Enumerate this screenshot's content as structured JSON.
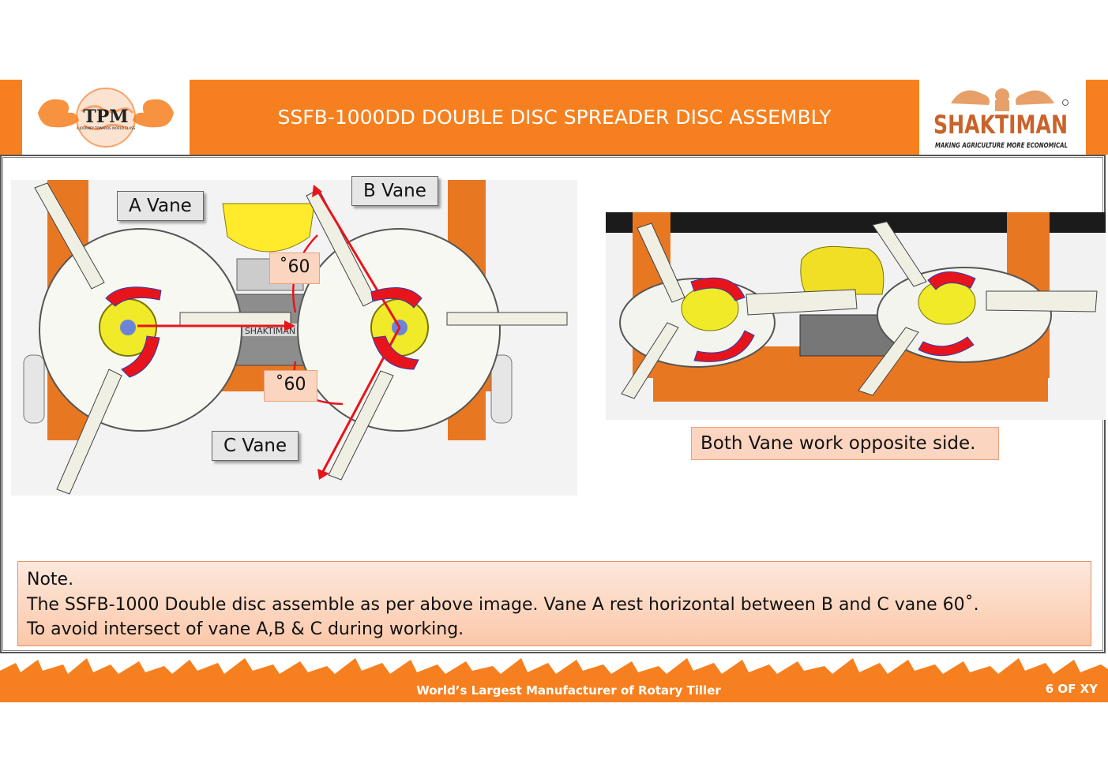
{
  "header": {
    "title": "SSFB-1000DD DOUBLE DISC SPREADER DISC ASSEMBLY",
    "left_logo_text": "TPM",
    "left_logo_tagline": "A JOURNEY TOWARDS WORLD CLASS",
    "right_logo_text": "SHAKTIMAN",
    "right_logo_tagline": "MAKING AGRICULTURE MORE ECONOMICAL",
    "brand_color": "#f6801f"
  },
  "left_figure": {
    "callouts": {
      "a_vane": "A Vane",
      "b_vane": "B Vane",
      "c_vane": "C Vane"
    },
    "angles": {
      "upper": "˚60",
      "lower": "˚60"
    },
    "plate_text": "SHAKTIMAN"
  },
  "right_figure": {
    "caption": "Both Vane work opposite side."
  },
  "note": {
    "line1": "Note.",
    "line2": "The SSFB-1000 Double disc assemble as per above image. Vane A rest horizontal between B and C vane 60˚.",
    "line3": "To avoid intersect of vane A,B & C during working."
  },
  "footer": {
    "tagline": "World’s Largest Manufacturer of Rotary Tiller",
    "page": "6  OF XY"
  }
}
